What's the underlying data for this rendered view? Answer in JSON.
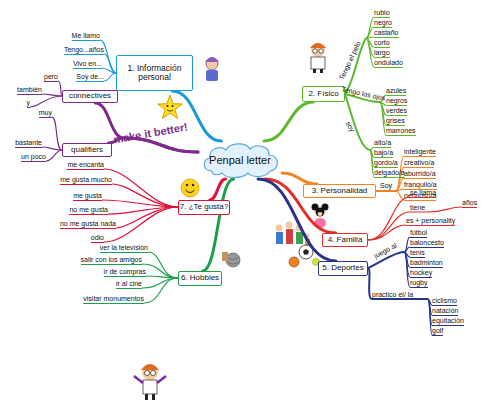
{
  "diagram": {
    "nodes": [
      {
        "text": [
          "Penpal letter"
        ]
      },
      {
        "text": [
          "1. Información personal"
        ]
      },
      {
        "text": [
          "2. Físico"
        ]
      },
      {
        "text": [
          "3. Personalidad"
        ]
      },
      {
        "text": [
          "4. Familia"
        ]
      },
      {
        "text": [
          "5. Deportes"
        ]
      },
      {
        "text": [
          "6. Hobbies"
        ]
      },
      {
        "text": [
          "7. ¿Te gusta?"
        ]
      },
      {
        "text": [
          "connectives"
        ]
      },
      {
        "text": [
          "qualifiers"
        ]
      }
    ],
    "edges": [
      {
        "from": 0,
        "to": 1,
        "arrow": "none"
      },
      {
        "from": 0,
        "to": 2,
        "arrow": "none"
      },
      {
        "from": 0,
        "to": 3,
        "arrow": "none"
      },
      {
        "from": 0,
        "to": 4,
        "arrow": "none"
      },
      {
        "from": 0,
        "to": 5,
        "arrow": "none"
      },
      {
        "from": 0,
        "to": 6,
        "arrow": "none"
      },
      {
        "from": 0,
        "to": 7,
        "arrow": "none"
      },
      {
        "from": 0,
        "to": 8,
        "arrow": "none"
      },
      {
        "from": 0,
        "to": 9,
        "arrow": "none"
      }
    ],
    "labels": [
      "Me llamo",
      "Tengo...años",
      "Vivo en...",
      "Soy de...",
      "Tengo el pelo",
      "rubio",
      "negro",
      "castaño",
      "corto",
      "largo",
      "ondulado",
      "Tengo los ojos",
      "azules",
      "negros",
      "verdes",
      "grises",
      "marrones",
      "soy",
      "alto/a",
      "bajo/a",
      "gordo/a",
      "delgado/a",
      "Soy",
      "inteligente",
      "creativo/a",
      "aburrido/a",
      "franquilo/a",
      "nervioso/a",
      "se llama",
      "tiene",
      "años",
      "es + personality",
      "juego al",
      "fútbol",
      "baloncesto",
      "tenis",
      "badminton",
      "hockey",
      "rugby",
      "practico el/ la",
      "ciclismo",
      "natación",
      "equitación",
      "golf",
      "ver la televisión",
      "salir con los amigos",
      "ir de compras",
      "ir al cine",
      "visitar monumentos",
      "me encanta",
      "me gusta mucho",
      "me gusta",
      "no me gusta",
      "no me gusta nada",
      "odio",
      "pero",
      "también",
      "y",
      "muy",
      "bastante",
      "un poco",
      "make it better!"
    ]
  }
}
